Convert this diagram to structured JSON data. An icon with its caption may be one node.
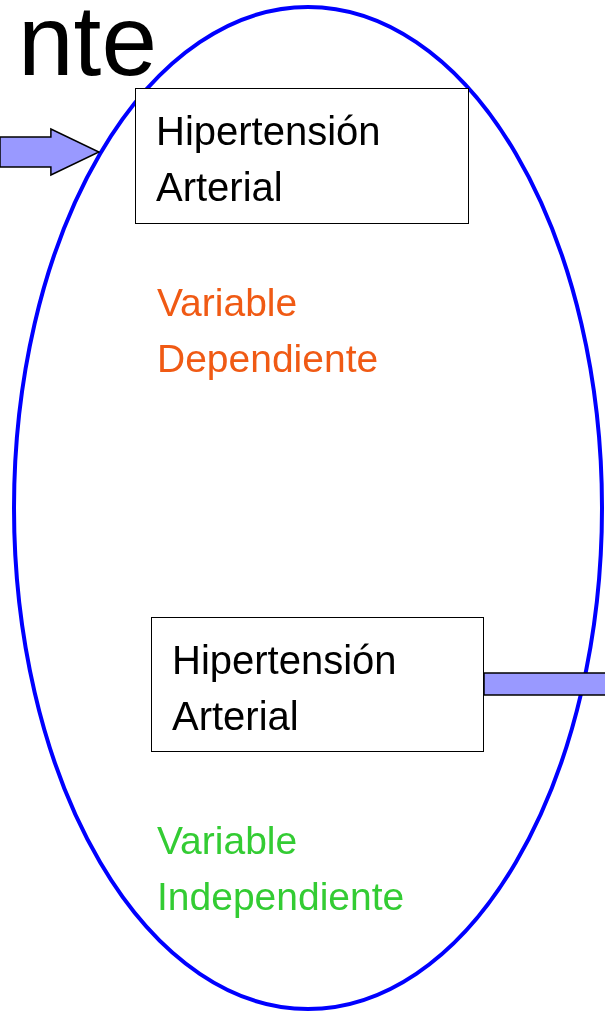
{
  "diagram": {
    "nodes": [
      {
        "text": [],
        "shape": "ellipse"
      },
      {
        "text": [
          "Hipertensión Arterial"
        ],
        "in": 0,
        "beside": [
          "Variable Dependiente"
        ]
      },
      {
        "text": [
          "Hipertensión Arterial"
        ],
        "in": 0,
        "beside": [
          "Variable Independiente"
        ]
      }
    ],
    "edges": [
      {
        "from": null,
        "to": 0,
        "arrow": "to",
        "style": "thick"
      },
      {
        "from": 2,
        "to": null,
        "arrow": "none",
        "style": "thick"
      }
    ],
    "labels": [
      "nte"
    ]
  }
}
